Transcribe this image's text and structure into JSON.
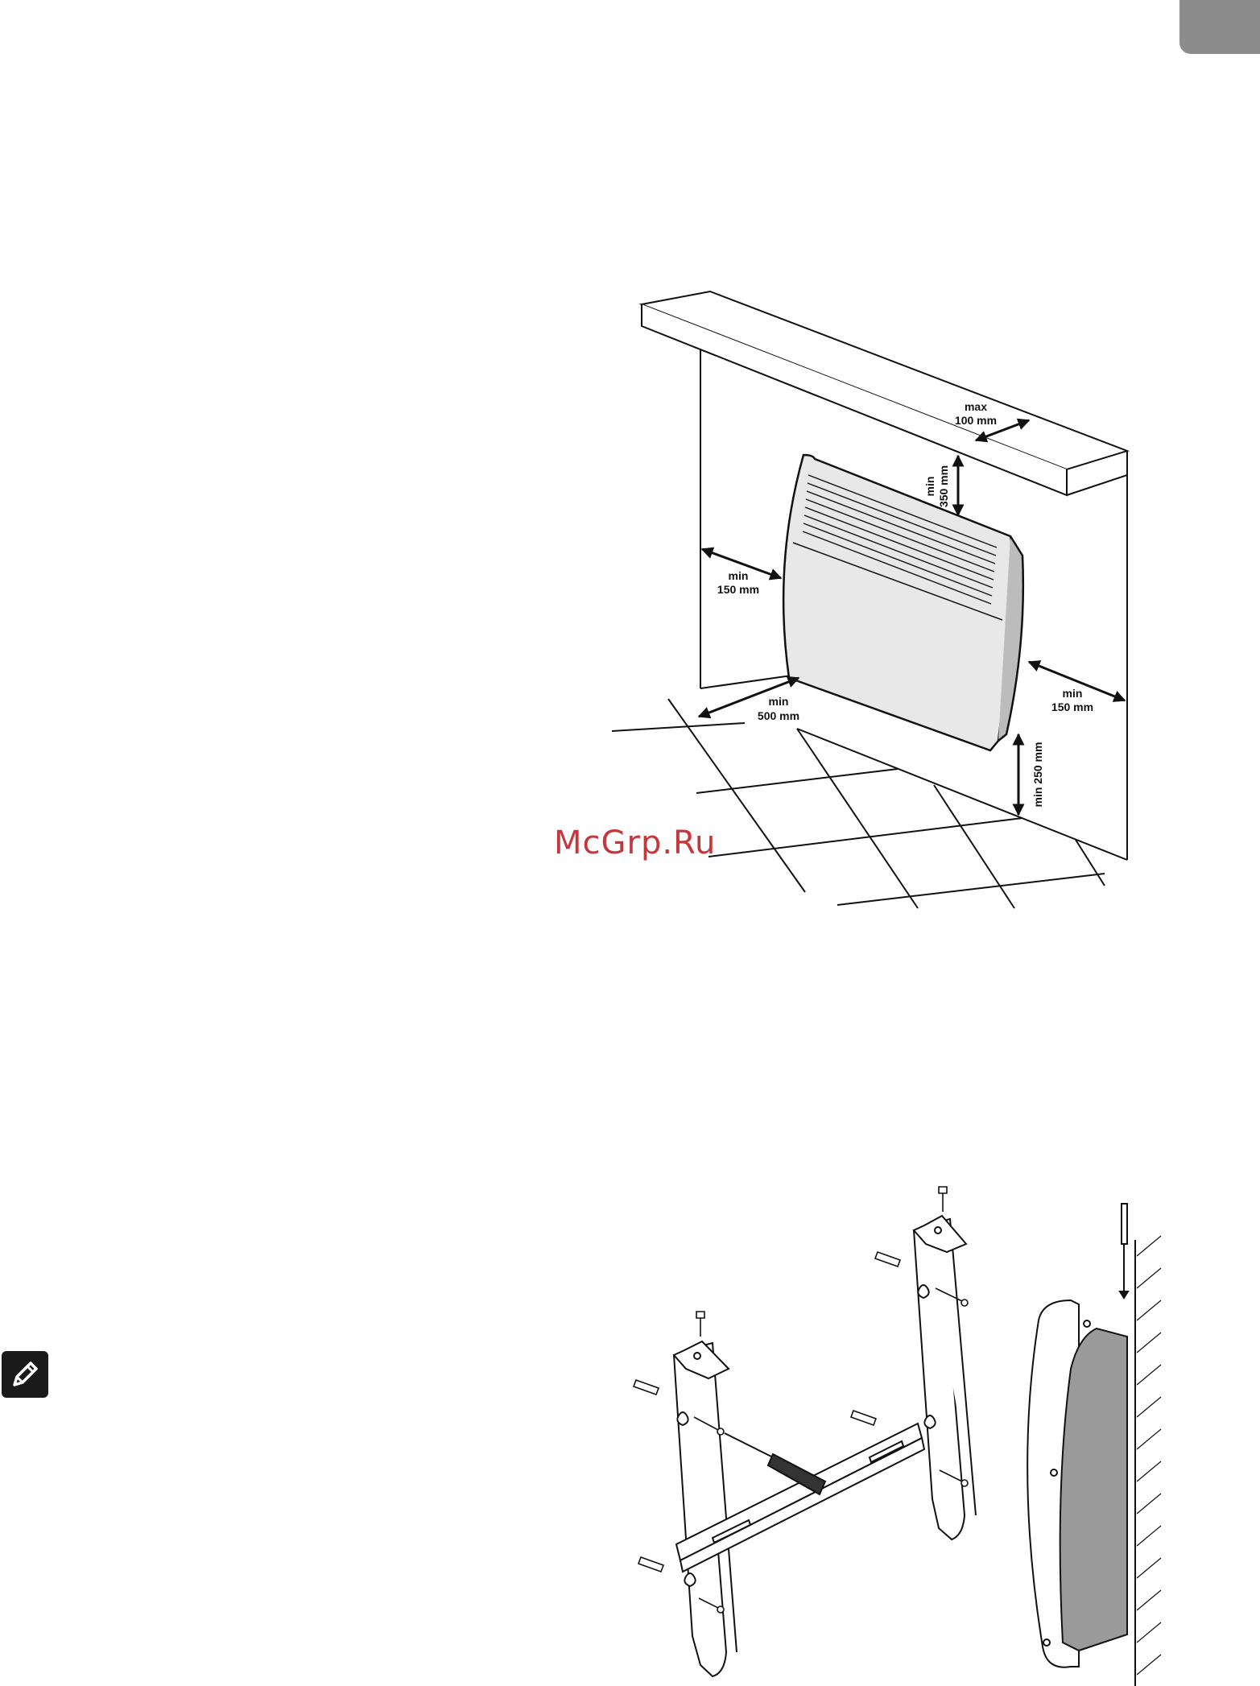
{
  "language_tab": {
    "color": "#8c8c8c",
    "icon": "language-tab"
  },
  "note_icon": {
    "icon": "pencil-icon"
  },
  "watermark": {
    "text": "McGrp.Ru",
    "color": "#c0272d"
  },
  "clearance_diagram": {
    "labels": {
      "max_top": [
        "max",
        "100 mm"
      ],
      "min_top": [
        "min",
        "350 mm"
      ],
      "min_left": [
        "min",
        "150 mm"
      ],
      "min_right": [
        "min",
        "150 mm"
      ],
      "min_front": [
        "min",
        "500 mm"
      ],
      "min_floor": [
        "min 250 mm"
      ]
    }
  }
}
